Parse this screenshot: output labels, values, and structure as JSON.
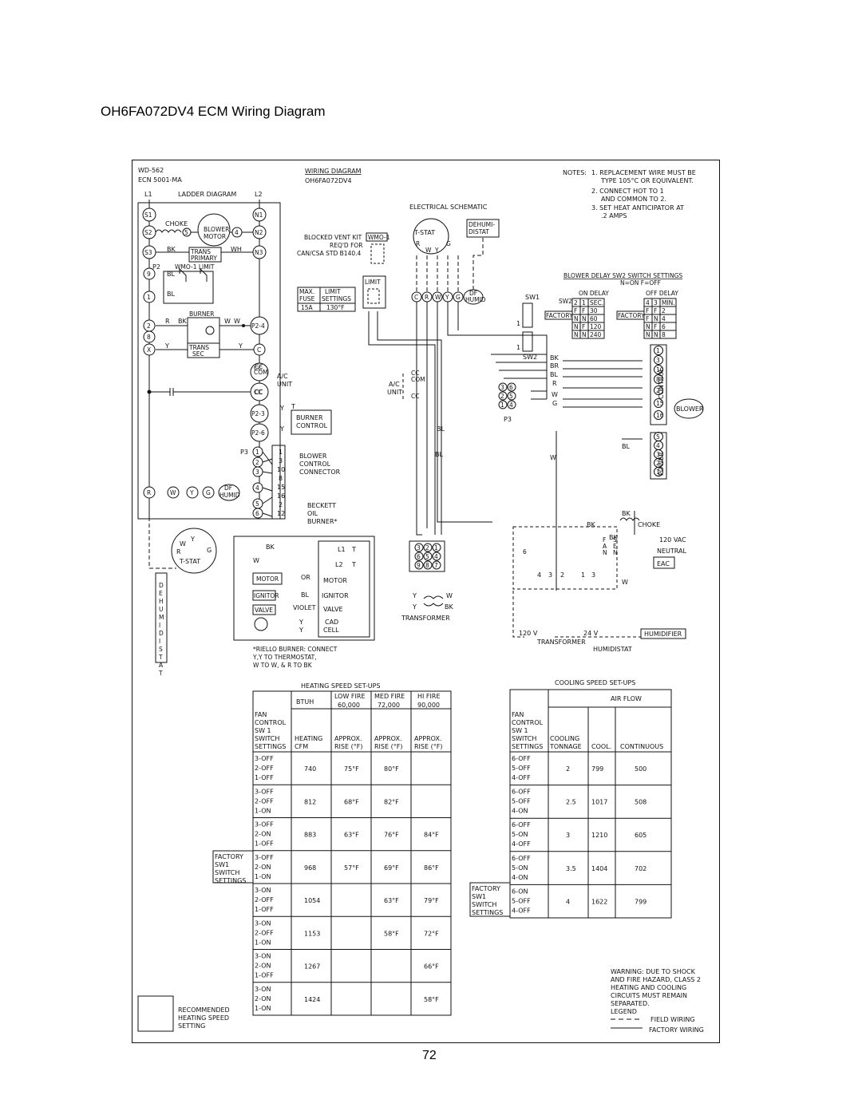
{
  "title": "OH6FA072DV4 ECM Wiring Diagram",
  "page_number": "72",
  "sheet": {
    "code": "WD-562",
    "ecn": "ECN 5001-MA",
    "heading": "WIRING DIAGRAM",
    "model": "OH6FA072DV4",
    "notes_label": "NOTES:",
    "notes": [
      "1. REPLACEMENT WIRE MUST BE",
      "TYPE 105°C OR EQUIVALENT.",
      "2. CONNECT HOT TO 1",
      "AND COMMON TO 2.",
      "3. SET HEAT ANTICIPATOR AT",
      ".2 AMPS"
    ]
  },
  "ladder": {
    "title": "LADDER DIAGRAM",
    "l1": "L1",
    "l2": "L2",
    "left_terms": [
      "S1",
      "S2",
      "S3",
      "9",
      "1",
      "2",
      "8",
      "X"
    ],
    "right_terms": [
      "N1",
      "N2",
      "N3",
      "P2-4",
      "C",
      "CC",
      "CC",
      "P2-3",
      "P2-6"
    ],
    "choke": "CHOKE",
    "blower_motor": [
      "BLOWER",
      "MOTOR"
    ],
    "pin5": "5",
    "pin4": "4",
    "bk": "BK",
    "wh": "WH",
    "trans_primary": [
      "TRANS",
      "PRIMARY"
    ],
    "p2": "P2",
    "wmo_limit": "WMO-1 LIMIT",
    "bl": "BL",
    "burner": "BURNER",
    "r": "R",
    "w": "W",
    "y": "Y",
    "trans_sec": [
      "TRANS",
      "SEC"
    ],
    "cc": "CC",
    "com": "COM",
    "ac_unit": [
      "A/C",
      "UNIT"
    ],
    "t": "T",
    "burner_control": [
      "BURNER",
      "CONTROL"
    ],
    "p3": "P3",
    "p3_left": [
      "1",
      "2",
      "3",
      "4",
      "5",
      "6"
    ],
    "p3_right": [
      "1",
      "3",
      "10",
      "8",
      "15",
      "16",
      "2",
      "12"
    ],
    "blower_control_connector": [
      "BLOWER",
      "CONTROL",
      "CONNECTOR"
    ],
    "beckett": [
      "BECKETT",
      "OIL",
      "BURNER*"
    ],
    "bottom_terms": [
      "R",
      "W",
      "Y",
      "G"
    ],
    "df_humid": [
      "DF",
      "HUMID"
    ],
    "tstat_pins": [
      "W",
      "Y",
      "R",
      "G"
    ],
    "tstat": "T-STAT",
    "dehumidistat_vertical": "DEHUMIDISTAT"
  },
  "schematic": {
    "title": "ELECTRICAL SCHEMATIC",
    "tstat": "T-STAT",
    "tstat_pins": [
      "R",
      "G",
      "W",
      "Y"
    ],
    "dehumidistat": [
      "DEHUMI-",
      "DISTAT"
    ],
    "blocked_vent": [
      "BLOCKED VENT KIT",
      "REQ'D FOR",
      "CAN/CSA STD B140.4"
    ],
    "wmo": "WMO-1",
    "limit": "LIMIT",
    "fuse_table": {
      "headers": [
        "MAX.",
        "LIMIT"
      ],
      "headers2": [
        "FUSE",
        "SETTINGS"
      ],
      "values": [
        "15A",
        "130°F"
      ]
    },
    "control_terms": [
      "C",
      "R",
      "W",
      "Y",
      "G"
    ],
    "df_humid": [
      "DF",
      "HUMID"
    ],
    "sw1": "SW1",
    "sw2": "SW2",
    "blower_delay_title": "BLOWER DELAY SW2 SWITCH SETTINGS",
    "blower_delay_legend": "N=ON  F=OFF",
    "on_delay": "ON DELAY",
    "off_delay": "OFF DELAY",
    "sw2_label": "SW2",
    "factory": "FACTORY",
    "on_rows": [
      [
        "2",
        "1",
        "SEC."
      ],
      [
        "F",
        "F",
        "30"
      ],
      [
        "N",
        "N",
        "60"
      ],
      [
        "N",
        "F",
        "120"
      ],
      [
        "N",
        "N",
        "240"
      ]
    ],
    "off_rows": [
      [
        "4",
        "3",
        "MIN."
      ],
      [
        "F",
        "F",
        "2"
      ],
      [
        "F",
        "N",
        "4"
      ],
      [
        "N",
        "F",
        "6"
      ],
      [
        "N",
        "N",
        "8"
      ]
    ],
    "ac_unit": [
      "A/C",
      "UNIT"
    ],
    "cc": "CC",
    "com": "COM",
    "wire_colors": [
      "BK",
      "BR",
      "BL",
      "R",
      "W",
      "G"
    ],
    "p3": "P3",
    "p3_grid": [
      [
        "3",
        "6"
      ],
      [
        "2",
        "5"
      ],
      [
        "1",
        "4"
      ]
    ],
    "ctrl_pins": [
      "1",
      "3",
      "10",
      "8",
      "2",
      "15",
      "16"
    ],
    "power_pins": [
      "5",
      "4",
      "3",
      "2",
      "1"
    ],
    "control_label": "CONTROL",
    "power_label": "POWER",
    "blower": "BLOWER",
    "bl": "BL",
    "w": "W",
    "bk": "BK",
    "choke": "CHOKE",
    "vac120": "120 VAC",
    "neutral": "NEUTRAL",
    "eac": "EAC",
    "fan_labels": [
      "F",
      "A",
      "N"
    ],
    "sense_labels": [
      "S",
      "E",
      "N"
    ],
    "term_numbers": [
      "6",
      "4",
      "3",
      "2",
      "1",
      "3"
    ],
    "transformer": "TRANSFORMER",
    "transformer2": "TRANSFORMER",
    "v120": "120 V",
    "v24": "24 V",
    "humidifier": "HUMIDIFIER",
    "humidistat": "HUMIDISTAT",
    "l1": "L1",
    "l2": "L2",
    "t": "T",
    "riello_pins": [
      [
        "3",
        "2",
        "1"
      ],
      [
        "6",
        "5",
        "4"
      ],
      [
        "9",
        "8",
        "7"
      ]
    ],
    "motor": "MOTOR",
    "ignitor": "IGNITOR",
    "valve": "VALVE",
    "cad": [
      "CAD",
      "CELL"
    ],
    "or": "OR",
    "violet": "VIOLET",
    "riello_note": [
      "*RIELLO BURNER: CONNECT",
      "Y,Y TO THERMOSTAT,",
      "W TO W, & R TO BK"
    ]
  },
  "heating_table": {
    "title": "HEATING SPEED SET-UPS",
    "btuh": "BTUH",
    "fires": [
      [
        "LOW FIRE",
        "60,000"
      ],
      [
        "MED FIRE",
        "72,000"
      ],
      [
        "HI FIRE",
        "90,000"
      ]
    ],
    "col_head": [
      "FAN",
      "CONTROL",
      "SW 1",
      "SWITCH",
      "SETTINGS"
    ],
    "heating_cfm": [
      "HEATING",
      "CFM"
    ],
    "approx": [
      "APPROX.",
      "RISE (°F)"
    ],
    "rows": [
      {
        "sw": [
          "3-OFF",
          "2-OFF",
          "1-OFF"
        ],
        "cfm": "740",
        "low": "75°F",
        "med": "80°F",
        "hi": ""
      },
      {
        "sw": [
          "3-OFF",
          "2-OFF",
          "1-ON"
        ],
        "cfm": "812",
        "low": "68°F",
        "med": "82°F",
        "hi": ""
      },
      {
        "sw": [
          "3-OFF",
          "2-ON",
          "1-OFF"
        ],
        "cfm": "883",
        "low": "63°F",
        "med": "76°F",
        "hi": "84°F"
      },
      {
        "sw": [
          "3-OFF",
          "2-ON",
          "1-ON"
        ],
        "cfm": "968",
        "low": "57°F",
        "med": "69°F",
        "hi": "86°F"
      },
      {
        "sw": [
          "3-ON",
          "2-OFF",
          "1-OFF"
        ],
        "cfm": "1054",
        "low": "",
        "med": "63°F",
        "hi": "79°F"
      },
      {
        "sw": [
          "3-ON",
          "2-OFF",
          "1-ON"
        ],
        "cfm": "1153",
        "low": "",
        "med": "58°F",
        "hi": "72°F"
      },
      {
        "sw": [
          "3-ON",
          "2-ON",
          "1-OFF"
        ],
        "cfm": "1267",
        "low": "",
        "med": "",
        "hi": "66°F"
      },
      {
        "sw": [
          "3-ON",
          "2-ON",
          "1-ON"
        ],
        "cfm": "1424",
        "low": "",
        "med": "",
        "hi": "58°F"
      }
    ],
    "factory_label": [
      "FACTORY",
      "SW1",
      "SWITCH",
      "SETTINGS"
    ],
    "recommended": [
      "RECOMMENDED",
      "HEATING SPEED",
      "SETTING"
    ]
  },
  "cooling_table": {
    "title": "COOLING SPEED SET-UPS",
    "air_flow": "AIR FLOW",
    "col_head": [
      "FAN",
      "CONTROL",
      "SW 1",
      "SWITCH",
      "SETTINGS"
    ],
    "tonnage": [
      "COOLING",
      "TONNAGE"
    ],
    "cool": "COOL.",
    "continuous": "CONTINUOUS",
    "rows": [
      {
        "sw": [
          "6-OFF",
          "5-OFF",
          "4-OFF"
        ],
        "ton": "2",
        "cool": "799",
        "cont": "500"
      },
      {
        "sw": [
          "6-OFF",
          "5-OFF",
          "4-ON"
        ],
        "ton": "2.5",
        "cool": "1017",
        "cont": "508"
      },
      {
        "sw": [
          "6-OFF",
          "5-ON",
          "4-OFF"
        ],
        "ton": "3",
        "cool": "1210",
        "cont": "605"
      },
      {
        "sw": [
          "6-OFF",
          "5-ON",
          "4-ON"
        ],
        "ton": "3.5",
        "cool": "1404",
        "cont": "702"
      },
      {
        "sw": [
          "6-ON",
          "5-OFF",
          "4-OFF"
        ],
        "ton": "4",
        "cool": "1622",
        "cont": "799"
      }
    ],
    "factory_label": [
      "FACTORY",
      "SW1",
      "SWITCH",
      "SETTINGS"
    ]
  },
  "warning": [
    "WARNING: DUE TO SHOCK",
    "AND FIRE HAZARD, CLASS 2",
    "HEATING AND COOLING",
    "CIRCUITS MUST REMAIN",
    "SEPARATED."
  ],
  "legend": {
    "title": "LEGEND",
    "field": "FIELD WIRING",
    "factory": "FACTORY WIRING"
  }
}
